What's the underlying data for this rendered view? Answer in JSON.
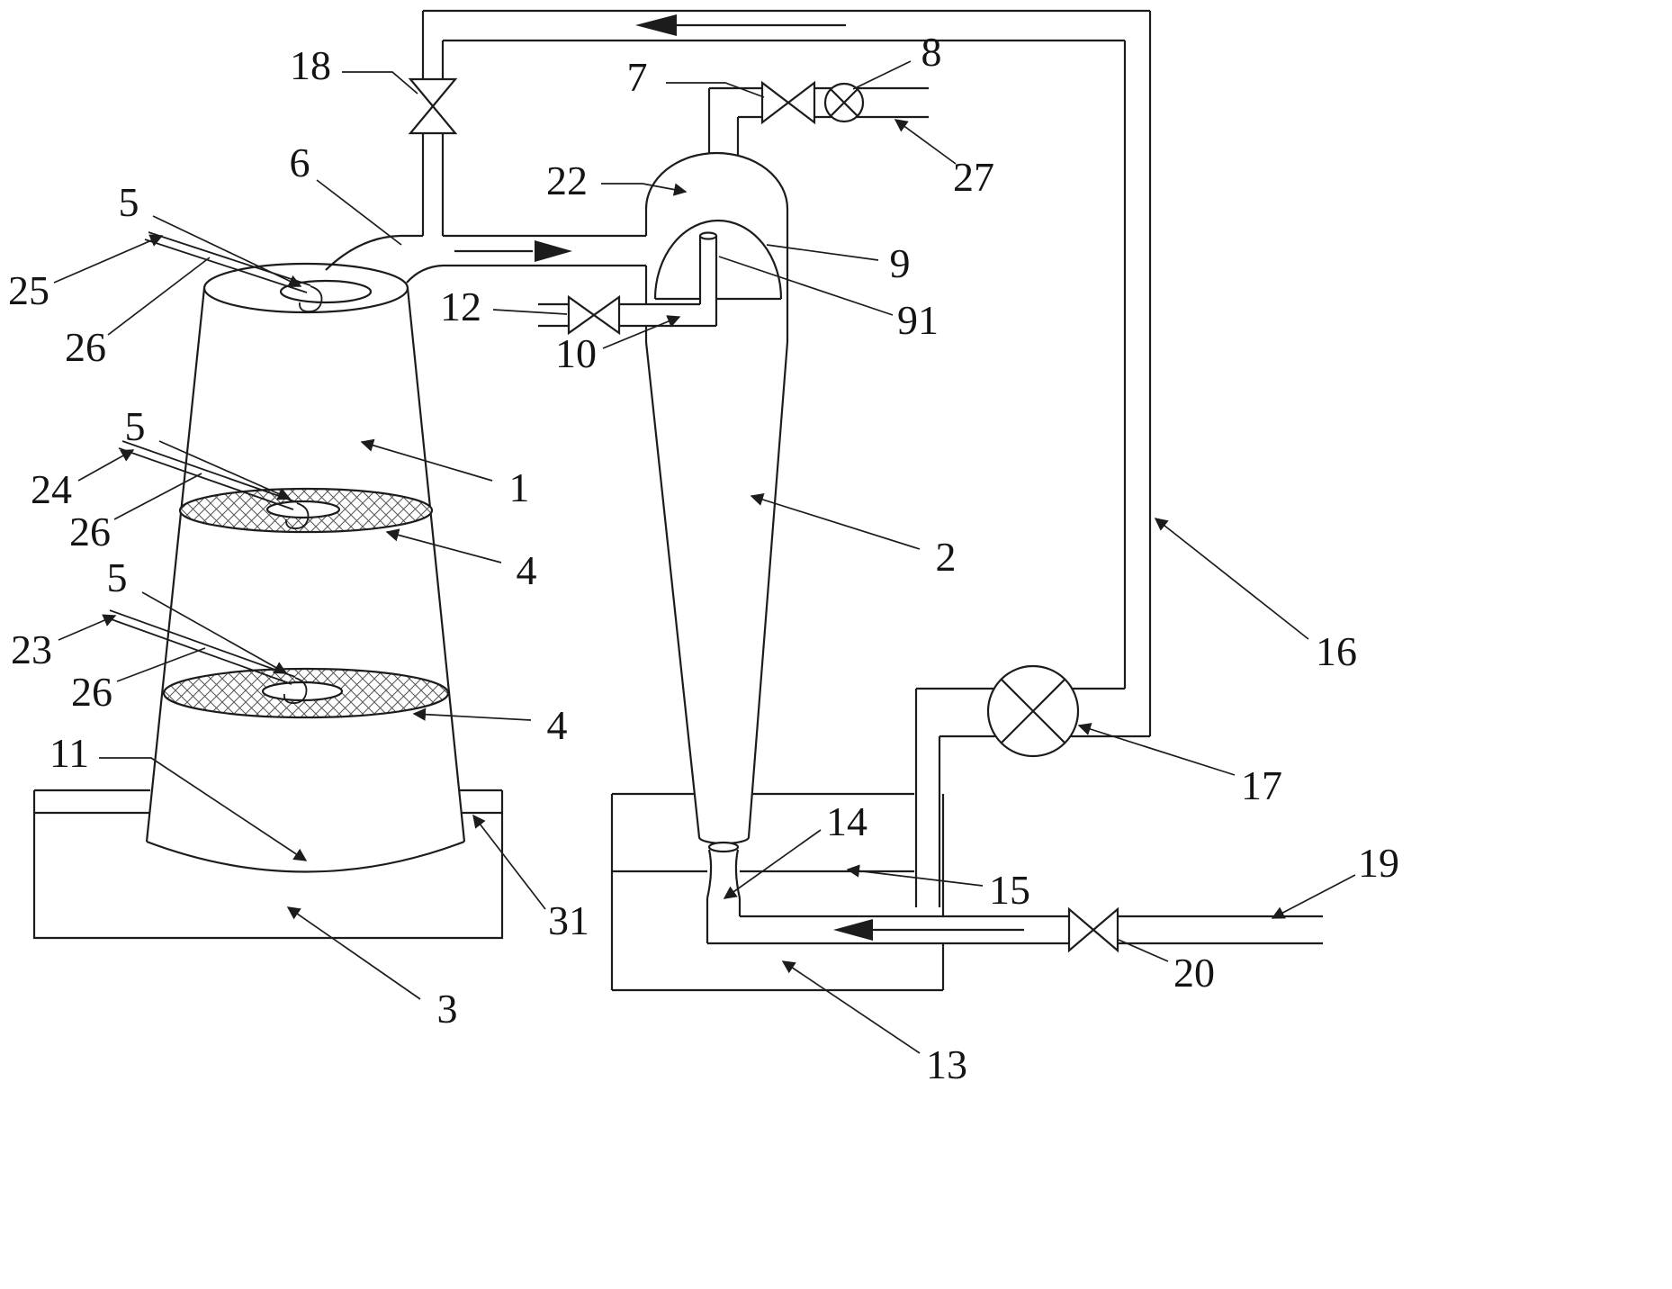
{
  "figure": {
    "background_color": "#ffffff",
    "line_color": "#1c1c1c",
    "hatch_color": "#555555"
  },
  "reference_labels": [
    {
      "text": "18",
      "component": "riser-valve"
    },
    {
      "text": "8",
      "component": "flow-meter"
    },
    {
      "text": "7",
      "component": "outlet-valve"
    },
    {
      "text": "27",
      "component": "gas-outlet-pipe"
    },
    {
      "text": "22",
      "component": "cyclone-dome"
    },
    {
      "text": "6",
      "component": "connecting-duct"
    },
    {
      "text": "5",
      "component": "spray-nozzle-top"
    },
    {
      "text": "25",
      "component": "spray-pipe-top"
    },
    {
      "text": "26",
      "component": "spray-pipe-top"
    },
    {
      "text": "9",
      "component": "inner-dome"
    },
    {
      "text": "12",
      "component": "inlet-valve"
    },
    {
      "text": "91",
      "component": "inner-tube"
    },
    {
      "text": "10",
      "component": "inlet-elbow"
    },
    {
      "text": "5",
      "component": "spray-nozzle-middle"
    },
    {
      "text": "24",
      "component": "spray-pipe-middle"
    },
    {
      "text": "26",
      "component": "spray-pipe-middle"
    },
    {
      "text": "1",
      "component": "spray-tower"
    },
    {
      "text": "4",
      "component": "packing-disc-upper"
    },
    {
      "text": "5",
      "component": "spray-nozzle-bottom"
    },
    {
      "text": "2",
      "component": "cyclone-separator"
    },
    {
      "text": "23",
      "component": "spray-pipe-bottom"
    },
    {
      "text": "26",
      "component": "spray-pipe-bottom"
    },
    {
      "text": "4",
      "component": "packing-disc-lower"
    },
    {
      "text": "16",
      "component": "return-pipe"
    },
    {
      "text": "11",
      "component": "tower-water-seal"
    },
    {
      "text": "17",
      "component": "fan"
    },
    {
      "text": "14",
      "component": "drain-nozzle"
    },
    {
      "text": "15",
      "component": "tank-liquid-level"
    },
    {
      "text": "19",
      "component": "feed-pipe"
    },
    {
      "text": "31",
      "component": "tank-rim"
    },
    {
      "text": "20",
      "component": "feed-valve"
    },
    {
      "text": "3",
      "component": "left-water-tank"
    },
    {
      "text": "13",
      "component": "right-water-tank"
    }
  ]
}
